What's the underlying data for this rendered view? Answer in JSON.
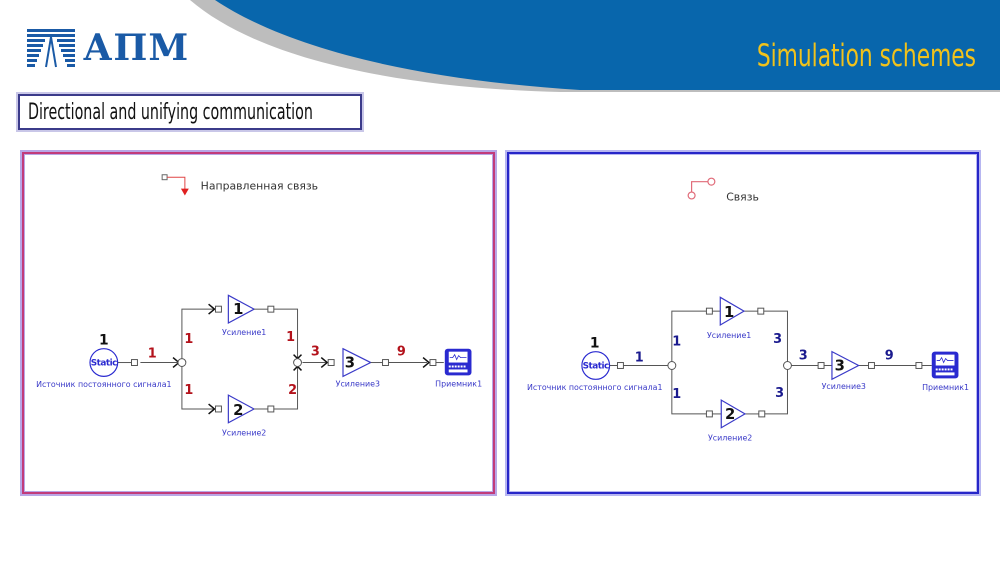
{
  "header": {
    "logo_text": "АПМ",
    "slide_title": "Simulation schemes",
    "colors": {
      "band": "#0866ac",
      "accent_gray": "#bdbdbd",
      "title": "#f1c21b",
      "logo": "#1a5aa6"
    }
  },
  "subtitle": "Directional and unifying communication",
  "panels": [
    {
      "id": "directed",
      "legend_label": "Направленная связь",
      "legend_icon": "directed-link-icon",
      "border_color": "#c23b7a",
      "wire_value_color": "#b3121b",
      "source": {
        "label": "Источник постоянного сигнала1",
        "icon_text": "Static",
        "value": "1"
      },
      "gains": [
        {
          "label": "Усиление1",
          "gain": "1"
        },
        {
          "label": "Усиление2",
          "gain": "2"
        },
        {
          "label": "Усиление3",
          "gain": "3"
        }
      ],
      "receiver": {
        "label": "Приемник1",
        "icon": "oscilloscope-icon"
      },
      "wire_values": {
        "source_out": "1",
        "branch_top_in": "1",
        "branch_bottom_in": "1",
        "branch_top_out": "1",
        "branch_bottom_out": "2",
        "merge_out": "3",
        "gain3_out": "9"
      }
    },
    {
      "id": "unifying",
      "legend_label": "Связь",
      "legend_icon": "link-icon",
      "border_color": "#2626c8",
      "wire_value_color": "#1a1a8e",
      "source": {
        "label": "Источник постоянного сигнала1",
        "icon_text": "Static",
        "value": "1"
      },
      "gains": [
        {
          "label": "Усиление1",
          "gain": "1"
        },
        {
          "label": "Усиление2",
          "gain": "2"
        },
        {
          "label": "Усиление3",
          "gain": "3"
        }
      ],
      "receiver": {
        "label": "Приемник1",
        "icon": "oscilloscope-icon"
      },
      "wire_values": {
        "source_out": "1",
        "branch_top_in": "1",
        "branch_bottom_in": "1",
        "branch_top_out": "3",
        "branch_bottom_out": "3",
        "merge_out": "3",
        "gain3_out": "9"
      }
    }
  ]
}
